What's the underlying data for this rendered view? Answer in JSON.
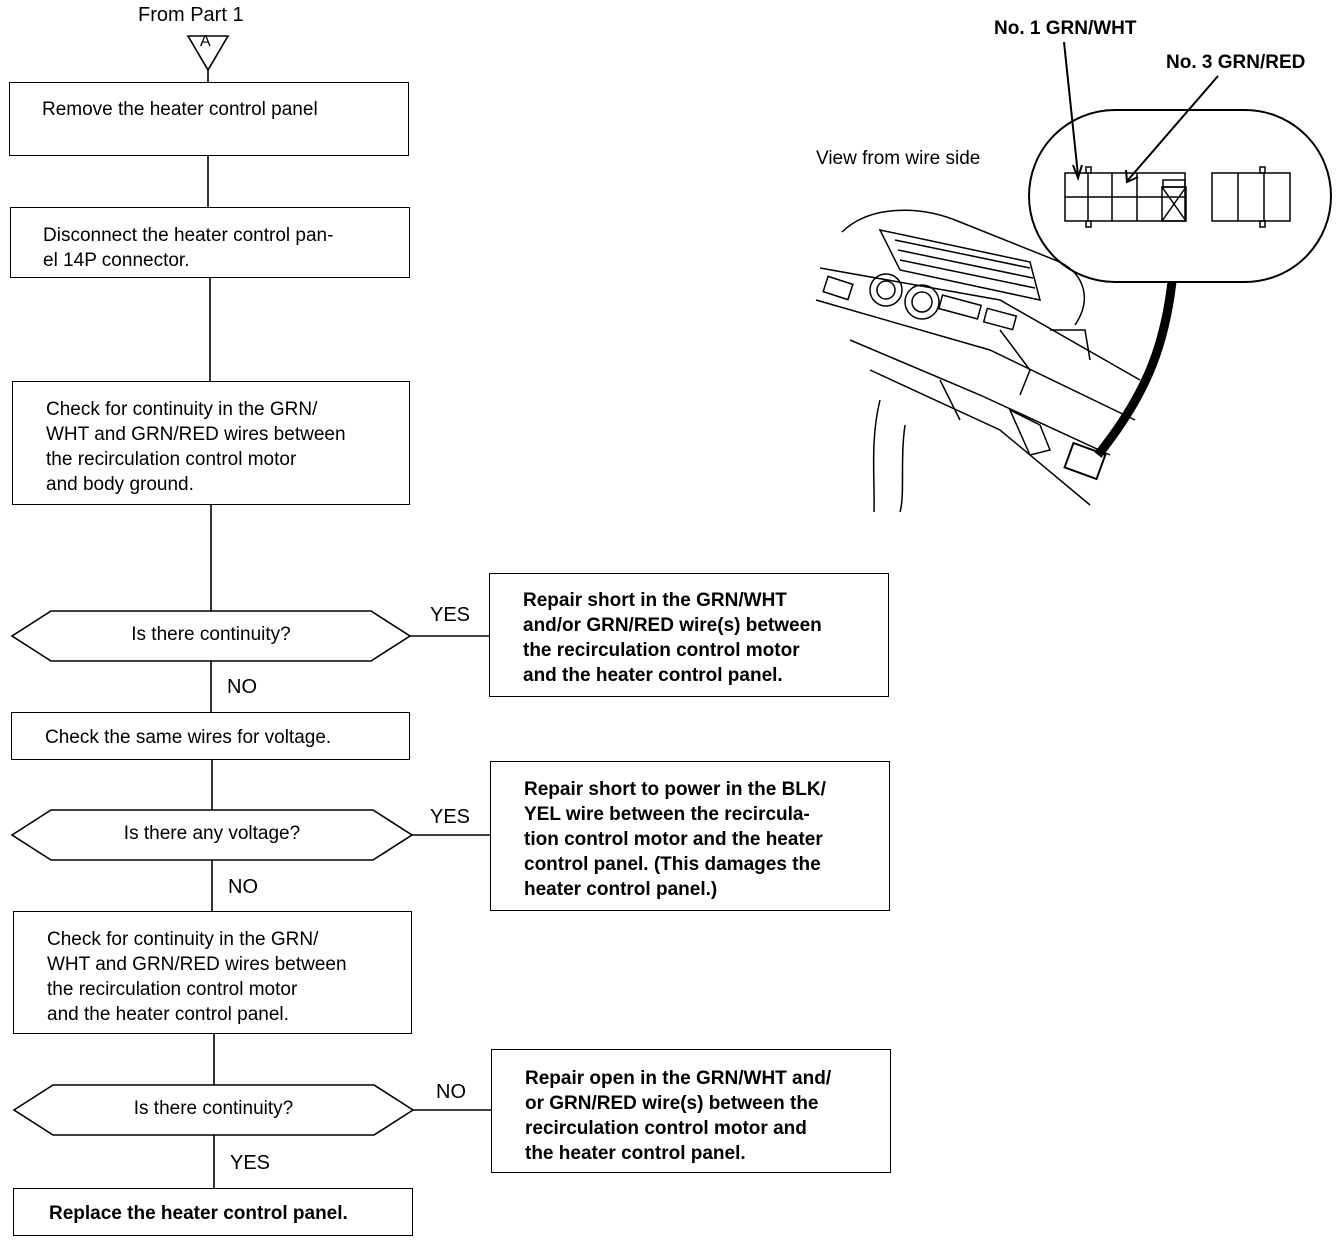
{
  "entry": {
    "label": "From Part 1",
    "marker": "A"
  },
  "steps": {
    "remove_panel": "Remove the heater control panel",
    "disconnect": [
      "Disconnect the heater control pan-",
      "el 14P connector."
    ],
    "check_ground": [
      "Check for continuity in the GRN/",
      "WHT and GRN/RED wires between",
      "the recirculation control motor",
      "and body ground."
    ],
    "check_voltage": "Check the same wires for voltage.",
    "check_panel": [
      "Check for continuity in the GRN/",
      "WHT and GRN/RED wires between",
      "the recirculation control motor",
      "and the heater control panel."
    ],
    "replace": "Replace the heater control panel."
  },
  "decisions": {
    "d1": "Is there continuity?",
    "d2": "Is there any voltage?",
    "d3": "Is there continuity?"
  },
  "branch_labels": {
    "d1_yes": "YES",
    "d1_no": "NO",
    "d2_yes": "YES",
    "d2_no": "NO",
    "d3_no": "NO",
    "d3_yes": "YES"
  },
  "results": {
    "r1": [
      "Repair short in the GRN/WHT",
      "and/or GRN/RED wire(s) between",
      "the recirculation control motor",
      "and the heater control panel."
    ],
    "r2": [
      "Repair short to power in the BLK/",
      "YEL wire between the recircula-",
      "tion control motor and the heater",
      "control panel. (This damages the",
      "heater control panel.)"
    ],
    "r3": [
      "Repair open in the GRN/WHT and/",
      "or GRN/RED wire(s) between the",
      "recirculation control motor and",
      "the heater control panel."
    ]
  },
  "illustration": {
    "pin1": "No. 1 GRN/WHT",
    "pin3": "No. 3 GRN/RED",
    "view": "View from wire side"
  }
}
